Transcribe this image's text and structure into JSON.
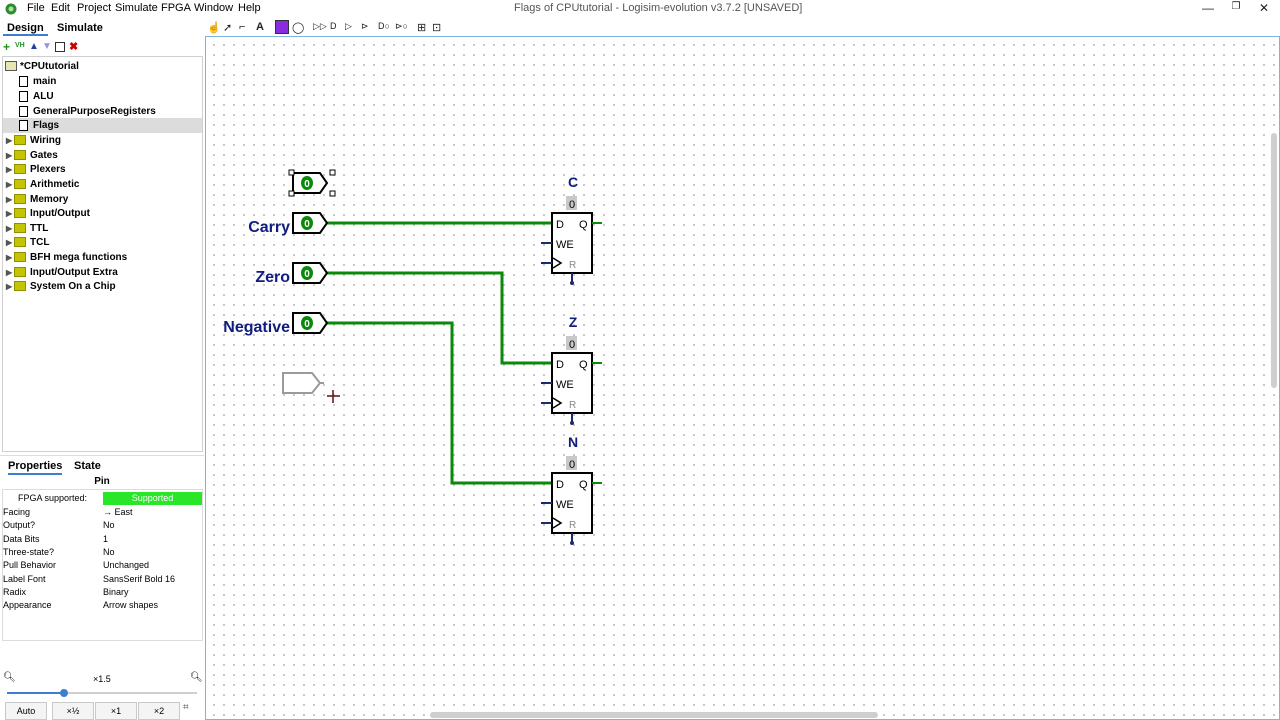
{
  "menu": [
    "File",
    "Edit",
    "Project",
    "Simulate",
    "FPGA",
    "Window",
    "Help"
  ],
  "window_title": "Flags of CPUtutorial - Logisim-evolution v3.7.2 [UNSAVED]",
  "window_controls": {
    "minimize": "—",
    "maximize": "❐",
    "close": "✕"
  },
  "left_tabs": {
    "design": "Design",
    "simulate": "Simulate"
  },
  "tree": {
    "project": "*CPUtutorial",
    "circuits": [
      "main",
      "ALU",
      "GeneralPurposeRegisters",
      "Flags"
    ],
    "selected": "Flags",
    "libraries": [
      "Wiring",
      "Gates",
      "Plexers",
      "Arithmetic",
      "Memory",
      "Input/Output",
      "TTL",
      "TCL",
      "BFH mega functions",
      "Input/Output Extra",
      "System On a Chip"
    ]
  },
  "properties_tabs": {
    "properties": "Properties",
    "state": "State"
  },
  "properties": {
    "component": "Pin",
    "rows": [
      {
        "key": "FPGA supported:",
        "value": "Supported"
      },
      {
        "key": "Facing",
        "value": "→ East"
      },
      {
        "key": "Output?",
        "value": "No"
      },
      {
        "key": "Data Bits",
        "value": "1"
      },
      {
        "key": "Three-state?",
        "value": "No"
      },
      {
        "key": "Pull Behavior",
        "value": "Unchanged"
      },
      {
        "key": "Label Font",
        "value": "SansSerif Bold 16"
      },
      {
        "key": "Radix",
        "value": "Binary"
      },
      {
        "key": "Appearance",
        "value": "Arrow shapes"
      }
    ],
    "supported_color": "#29e629"
  },
  "zoom": {
    "label": "×1.5",
    "slider_fraction": 0.3,
    "buttons": [
      "Auto",
      "×½",
      "×1",
      "×2"
    ]
  },
  "circuit": {
    "input_labels": [
      "Carry",
      "Zero",
      "Negative"
    ],
    "pin_value": "0",
    "flipflops": [
      {
        "label": "C",
        "value": "0"
      },
      {
        "label": "Z",
        "value": "0"
      },
      {
        "label": "N",
        "value": "0"
      }
    ],
    "ff_ports": {
      "d": "D",
      "q": "Q",
      "we": "WE",
      "r": "R"
    },
    "wire_color": "#0a8a0a",
    "label_color": "#0f1c80"
  }
}
